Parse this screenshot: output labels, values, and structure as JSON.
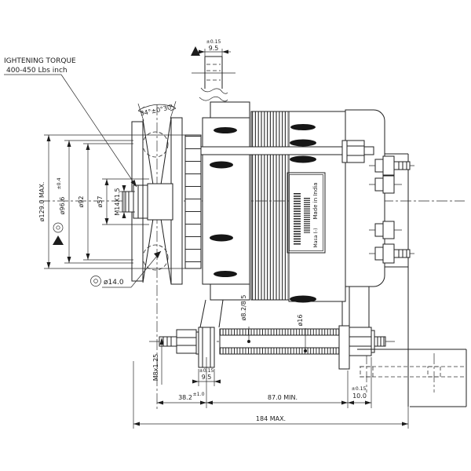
{
  "drawing": {
    "note_line1": "IGHTENING TORQUE",
    "note_line2": "400-450 Lbs inch",
    "top_boss": {
      "tol": "±0.15",
      "val": "9.5"
    },
    "groove_angle": "34°±0°30'",
    "left_dims": {
      "fan_od": "ø129.0 MAX.",
      "pulley_od": "ø96.6",
      "pulley_od_tol": "±0.4",
      "groove_od": "ø92",
      "hub_od": "ø57",
      "shaft_thread": "M14X1.5",
      "shaft_dia": "ø14.0"
    },
    "bottom_dims": {
      "bolt_thread": "M8x1.25",
      "hole_dia": "ø8.2/8.5",
      "tube_od": "ø16",
      "front_boss_tol": "±0.15",
      "front_boss_val": "9.5",
      "offset_val": "38.2",
      "offset_tol": "±1.0",
      "span_val": "87.0 MIN.",
      "rear_boss_tol": "±0.15",
      "rear_boss_val": "10.0",
      "overall_val": "184 MAX."
    },
    "label": {
      "line1": "Made in India",
      "line2": "Masa (-)"
    }
  }
}
